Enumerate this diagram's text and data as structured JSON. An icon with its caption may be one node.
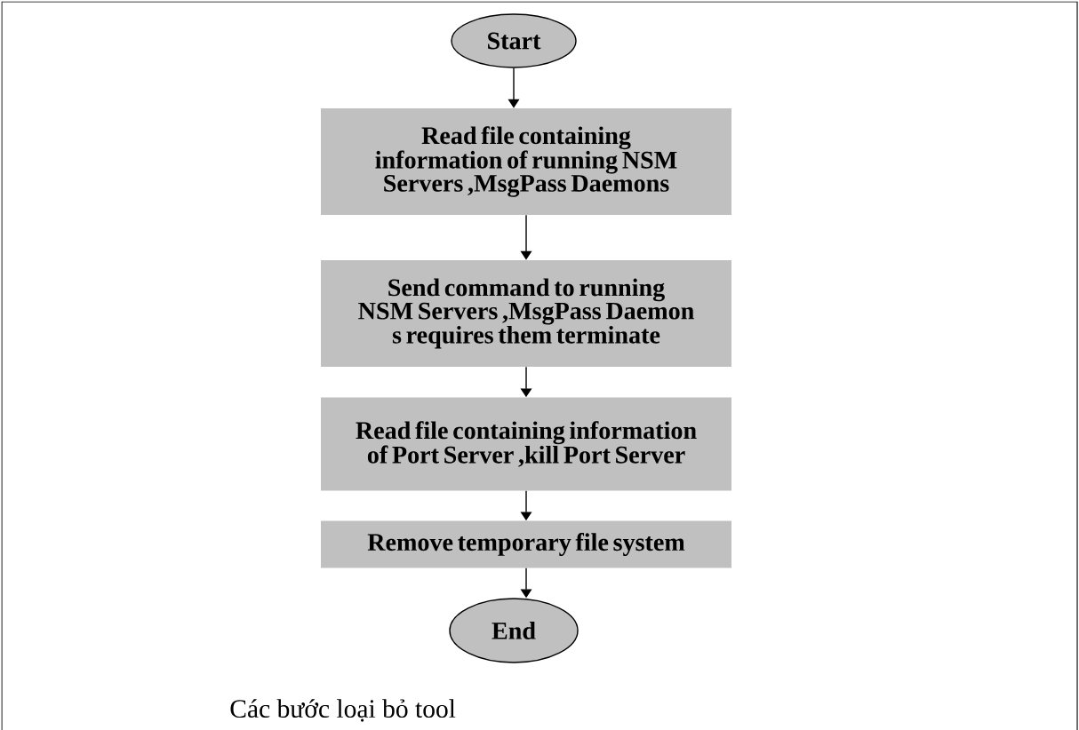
{
  "diagram": {
    "caption": "Các bước loại bỏ tool",
    "nodes": [
      {
        "text": [
          "Start"
        ]
      },
      {
        "text": [
          "Read file containing information of running  NSM Servers ,MsgPass Daemons"
        ]
      },
      {
        "text": [
          "Send command to running NSM Servers ,MsgPass Daemon s requires them terminate"
        ]
      },
      {
        "text": [
          "Read file containing information of Port Server ,kill Port Server"
        ]
      },
      {
        "text": [
          "Remove temporary file system"
        ]
      },
      {
        "text": [
          "End"
        ]
      }
    ],
    "edges": [
      {
        "from": 0,
        "to": 1,
        "arrow": "to"
      },
      {
        "from": 1,
        "to": 2,
        "arrow": "to"
      },
      {
        "from": 2,
        "to": 3,
        "arrow": "to"
      },
      {
        "from": 3,
        "to": 4,
        "arrow": "to"
      },
      {
        "from": 4,
        "to": 5,
        "arrow": "to"
      }
    ]
  }
}
